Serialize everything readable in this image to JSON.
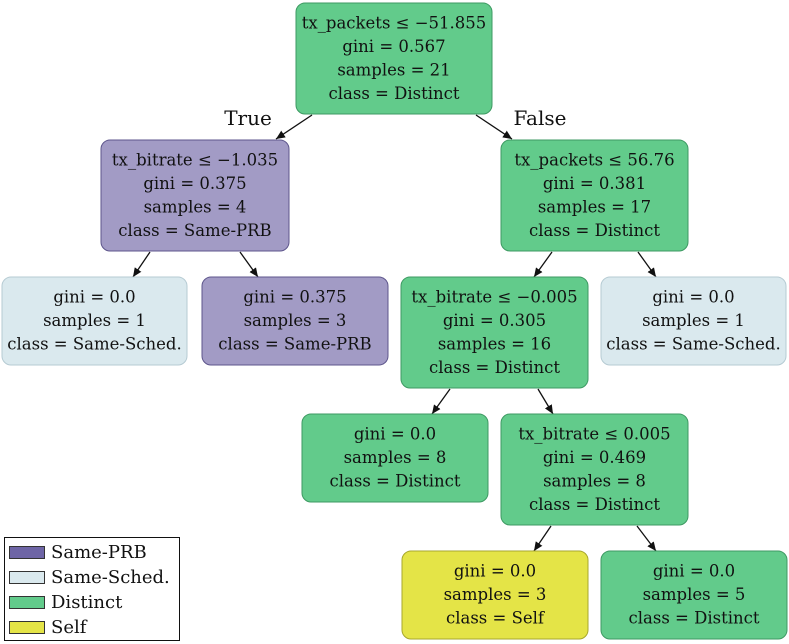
{
  "colors": {
    "Same-PRB": "#a29bc5",
    "Same-Sched.": "#dae9ee",
    "Distinct": "#62cb8b",
    "Self": "#e4e447",
    "legend_Same-PRB": "#6e65a6",
    "stroke_Same-PRB": "#5e568c",
    "stroke_Same-Sched.": "#b6cbd3",
    "stroke_Distinct": "#3e9a63",
    "stroke_Self": "#a7a72c"
  },
  "nodes": [
    {
      "id": "n0",
      "class_key": "Distinct",
      "lines": [
        "tx_packets ≤ −51.855",
        "gini = 0.567",
        "samples = 21",
        "class = Distinct"
      ]
    },
    {
      "id": "n1",
      "class_key": "Same-PRB",
      "lines": [
        "tx_bitrate ≤ −1.035",
        "gini = 0.375",
        "samples = 4",
        "class = Same-PRB"
      ]
    },
    {
      "id": "n2",
      "class_key": "Distinct",
      "lines": [
        "tx_packets ≤ 56.76",
        "gini = 0.381",
        "samples = 17",
        "class = Distinct"
      ]
    },
    {
      "id": "n3",
      "class_key": "Same-Sched.",
      "lines": [
        "gini = 0.0",
        "samples = 1",
        "class = Same-Sched."
      ]
    },
    {
      "id": "n4",
      "class_key": "Same-PRB",
      "lines": [
        "gini = 0.375",
        "samples = 3",
        "class = Same-PRB"
      ]
    },
    {
      "id": "n5",
      "class_key": "Distinct",
      "lines": [
        "tx_bitrate ≤ −0.005",
        "gini = 0.305",
        "samples = 16",
        "class = Distinct"
      ]
    },
    {
      "id": "n6",
      "class_key": "Same-Sched.",
      "lines": [
        "gini = 0.0",
        "samples = 1",
        "class = Same-Sched."
      ]
    },
    {
      "id": "n7",
      "class_key": "Distinct",
      "lines": [
        "gini = 0.0",
        "samples = 8",
        "class = Distinct"
      ]
    },
    {
      "id": "n8",
      "class_key": "Distinct",
      "lines": [
        "tx_bitrate ≤ 0.005",
        "gini = 0.469",
        "samples = 8",
        "class = Distinct"
      ]
    },
    {
      "id": "n9",
      "class_key": "Self",
      "lines": [
        "gini = 0.0",
        "samples = 3",
        "class = Self"
      ]
    },
    {
      "id": "n10",
      "class_key": "Distinct",
      "lines": [
        "gini = 0.0",
        "samples = 5",
        "class = Distinct"
      ]
    }
  ],
  "edges": [
    {
      "from": "n0",
      "to": "n1"
    },
    {
      "from": "n0",
      "to": "n2"
    },
    {
      "from": "n1",
      "to": "n3"
    },
    {
      "from": "n1",
      "to": "n4"
    },
    {
      "from": "n2",
      "to": "n5"
    },
    {
      "from": "n2",
      "to": "n6"
    },
    {
      "from": "n5",
      "to": "n7"
    },
    {
      "from": "n5",
      "to": "n8"
    },
    {
      "from": "n8",
      "to": "n9"
    },
    {
      "from": "n8",
      "to": "n10"
    }
  ],
  "edge_labels": {
    "true_label": "True",
    "false_label": "False"
  },
  "legend": [
    {
      "label": "Same-PRB",
      "color_key": "legend_Same-PRB"
    },
    {
      "label": "Same-Sched.",
      "color_key": "Same-Sched."
    },
    {
      "label": "Distinct",
      "color_key": "Distinct"
    },
    {
      "label": "Self",
      "color_key": "Self"
    }
  ]
}
